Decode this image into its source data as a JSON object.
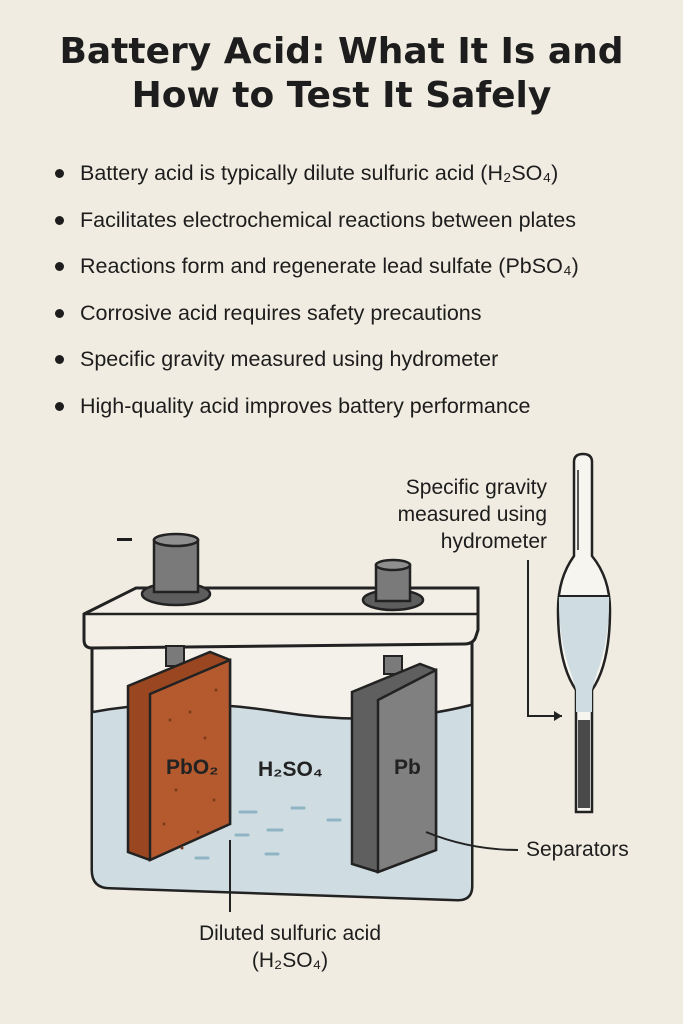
{
  "title": {
    "line1": "Battery Acid: What It Is and",
    "line2": "How to Test It Safely"
  },
  "bullets": [
    "Battery acid is typically dilute sulfuric acid (H₂SO₄)",
    "Facilitates electrochemical reactions between plates",
    "Reactions form and regenerate lead sulfate (PbSO₄)",
    "Corrosive acid requires safety precautions",
    "Specific gravity measured using hydrometer",
    "High-quality acid improves battery performance"
  ],
  "diagram": {
    "terminal_negative_symbol": "–",
    "plate_left_label": "PbO₂",
    "electrolyte_label": "H₂SO₄",
    "plate_right_label": "Pb",
    "hydrometer_label": [
      "Specific gravity",
      "measured using",
      "hydrometer"
    ],
    "separators_label": "Separators",
    "acid_label": [
      "Diluted sulfuric acid",
      "(H₂SO₄)"
    ]
  },
  "colors": {
    "background": "#f1ece1",
    "acid": "#cfdde3",
    "pbo2_plate": "#b55a2e",
    "pb_plate": "#7f7f7f",
    "terminal": "#7a7a7a",
    "lid": "#f3efe6",
    "outline": "#222222"
  }
}
